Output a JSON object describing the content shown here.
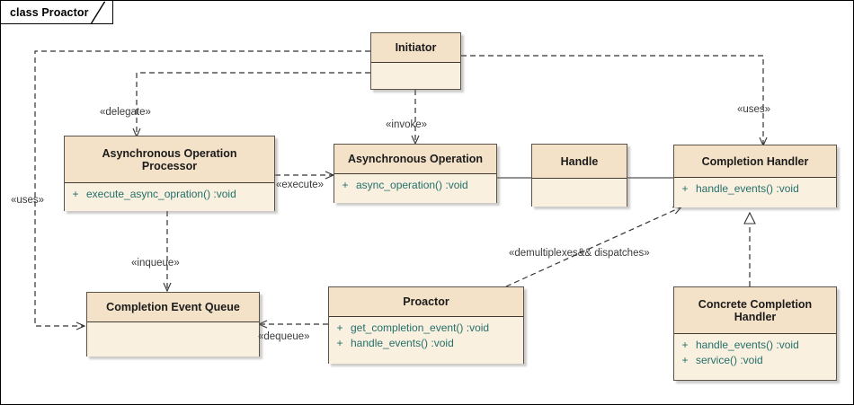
{
  "frame": {
    "title": "class Proactor",
    "background": "#ffffff",
    "border_color": "#000000"
  },
  "theme": {
    "class_header_fill": "#f4e2c8",
    "class_body_fill": "#faf0e0",
    "class_border": "#5b534a",
    "operation_text": "#23706a",
    "name_text": "#1b1b1b",
    "connector_color": "#333333",
    "association_color": "#6e6e6e"
  },
  "classes": [
    {
      "id": "initiator",
      "name": "Initiator",
      "operations": []
    },
    {
      "id": "async-operation-processor",
      "name": "Asynchronous Operation Processor",
      "name_lines": [
        "Asynchronous Operation",
        "Processor"
      ],
      "operations": [
        {
          "visibility": "+",
          "signature": "execute_async_opration()  :void"
        }
      ]
    },
    {
      "id": "async-operation",
      "name": "Asynchronous Operation",
      "name_lines": [
        "Asynchronous Operation"
      ],
      "operations": [
        {
          "visibility": "+",
          "signature": "async_operation()  :void"
        }
      ]
    },
    {
      "id": "handle",
      "name": "Handle",
      "name_lines": [
        "Handle"
      ],
      "operations": []
    },
    {
      "id": "completion-handler",
      "name": "Completion Handler",
      "name_lines": [
        "Completion Handler"
      ],
      "operations": [
        {
          "visibility": "+",
          "signature": "handle_events()  :void"
        }
      ]
    },
    {
      "id": "completion-event-queue",
      "name": "Completion Event Queue",
      "name_lines": [
        "Completion Event Queue"
      ],
      "operations": []
    },
    {
      "id": "proactor",
      "name": "Proactor",
      "name_lines": [
        "Proactor"
      ],
      "operations": [
        {
          "visibility": "+",
          "signature": "get_completion_event()  :void"
        },
        {
          "visibility": "+",
          "signature": "handle_events()  :void"
        }
      ]
    },
    {
      "id": "concrete-completion-handler",
      "name": "Concrete Completion Handler",
      "name_lines": [
        "Concrete Completion",
        "Handler"
      ],
      "operations": [
        {
          "visibility": "+",
          "signature": "handle_events()  :void"
        },
        {
          "visibility": "+",
          "signature": "service()  :void"
        }
      ]
    }
  ],
  "connectors": [
    {
      "id": "delegate",
      "label": "«delegate»",
      "from": "initiator",
      "to": "async-operation-processor",
      "style": "dashed-arrow"
    },
    {
      "id": "invoke",
      "label": "«invoke»",
      "from": "initiator",
      "to": "async-operation",
      "style": "dashed-arrow"
    },
    {
      "id": "uses-right",
      "label": "«uses»",
      "from": "initiator",
      "to": "completion-handler",
      "style": "dashed-arrow"
    },
    {
      "id": "uses-left",
      "label": "«uses»",
      "from": "initiator",
      "to": "completion-event-queue",
      "style": "dashed-arrow"
    },
    {
      "id": "execute",
      "label": "«execute»",
      "from": "async-operation-processor",
      "to": "async-operation",
      "style": "dashed-arrow"
    },
    {
      "id": "inqueue",
      "label": "«inqueue»",
      "from": "async-operation-processor",
      "to": "completion-event-queue",
      "style": "dashed-arrow"
    },
    {
      "id": "dequeue",
      "label": "«dequeue»",
      "from": "proactor",
      "to": "completion-event-queue",
      "style": "dashed-arrow"
    },
    {
      "id": "demux",
      "label": "«demultiplexes&& dispatches»",
      "from": "proactor",
      "to": "completion-handler",
      "style": "dashed-arrow"
    },
    {
      "id": "realization",
      "label": "",
      "from": "concrete-completion-handler",
      "to": "completion-handler",
      "style": "dashed-generalization"
    },
    {
      "id": "assoc-ao-handle",
      "label": "",
      "from": "async-operation",
      "to": "handle",
      "style": "association"
    },
    {
      "id": "assoc-handle-ch",
      "label": "",
      "from": "handle",
      "to": "completion-handler",
      "style": "association"
    }
  ]
}
